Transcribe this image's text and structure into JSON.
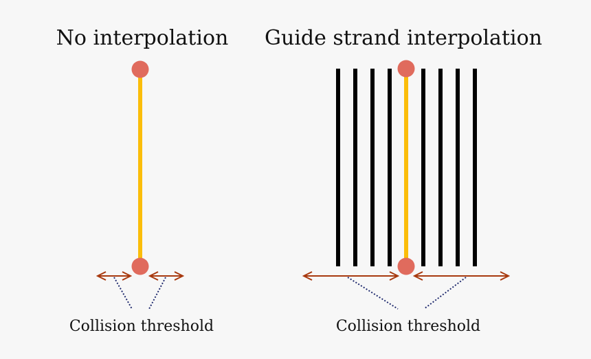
{
  "colors": {
    "background": "#f7f7f7",
    "guide_strand": "#fbbd0a",
    "interpolated_strand": "#000000",
    "node": "#e06b5d",
    "threshold_arrow": "#a8390e",
    "leader_line": "#1f2a6e",
    "text": "#111111"
  },
  "left_panel": {
    "title": "No interpolation",
    "caption": "Collision threshold"
  },
  "right_panel": {
    "title": "Guide strand interpolation",
    "caption": "Collision threshold",
    "strands_left_of_guide": 4,
    "strands_right_of_guide": 4
  }
}
